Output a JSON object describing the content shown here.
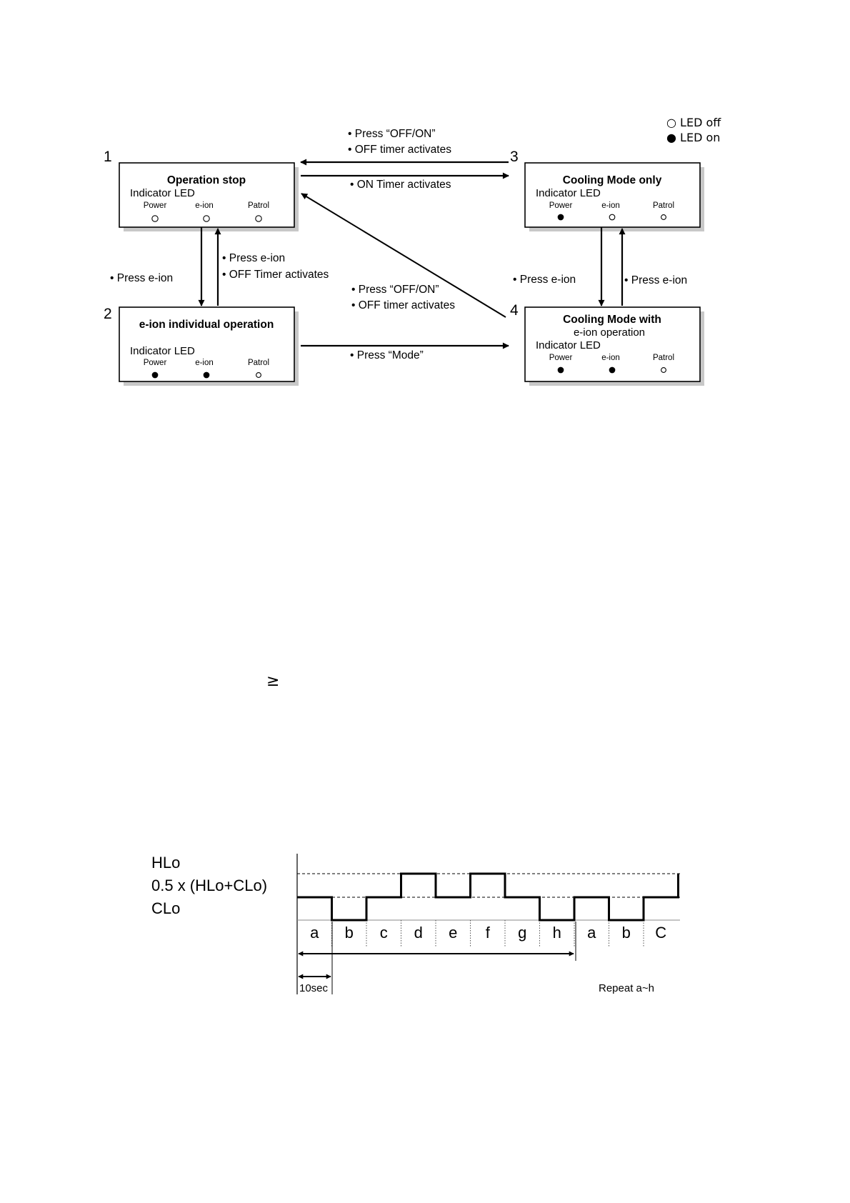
{
  "legend": {
    "led_off": "○ LED off",
    "led_on": "● LED on"
  },
  "state_diagram": {
    "states": [
      {
        "number": "1",
        "title": "Operation stop",
        "subtitle": "",
        "indicator_label": "Indicator LED",
        "leds": [
          {
            "label": "Power",
            "on": false
          },
          {
            "label": "e-ion",
            "on": false
          },
          {
            "label": "Patrol",
            "on": false
          }
        ]
      },
      {
        "number": "2",
        "title": "e-ion individual operation",
        "subtitle": "",
        "indicator_label": "Indicator LED",
        "leds": [
          {
            "label": "Power",
            "on": true
          },
          {
            "label": "e-ion",
            "on": true
          },
          {
            "label": "Patrol",
            "on": false
          }
        ]
      },
      {
        "number": "3",
        "title": "Cooling Mode only",
        "subtitle": "",
        "indicator_label": "Indicator LED",
        "leds": [
          {
            "label": "Power",
            "on": true
          },
          {
            "label": "e-ion",
            "on": false
          },
          {
            "label": "Patrol",
            "on": false
          }
        ]
      },
      {
        "number": "4",
        "title": "Cooling Mode with",
        "subtitle": "e-ion operation",
        "indicator_label": "Indicator LED",
        "leds": [
          {
            "label": "Power",
            "on": true
          },
          {
            "label": "e-ion",
            "on": true
          },
          {
            "label": "Patrol",
            "on": false
          }
        ]
      }
    ],
    "transitions": {
      "t3_to_1": [
        "• Press “OFF/ON”",
        "• OFF timer activates"
      ],
      "t1_to_3": [
        "• ON Timer activates"
      ],
      "t1_to_2": [
        "• Press e-ion"
      ],
      "t2_to_1": [
        "• Press e-ion",
        "• OFF Timer activates"
      ],
      "t4_to_1": [
        "• Press “OFF/ON”",
        "• OFF timer activates"
      ],
      "t3_to_4": [
        "• Press e-ion"
      ],
      "t4_to_3": [
        "• Press e-ion"
      ],
      "t2_to_4": [
        "• Press “Mode”"
      ]
    }
  },
  "stray_symbol": "≥",
  "waveform": {
    "level_labels": {
      "high": "HLo",
      "mid": "0.5 x (HLo+CLo)",
      "low": "CLo"
    },
    "segments": [
      {
        "label": "a",
        "level": "mid"
      },
      {
        "label": "b",
        "level": "low"
      },
      {
        "label": "c",
        "level": "mid"
      },
      {
        "label": "d",
        "level": "high"
      },
      {
        "label": "e",
        "level": "mid"
      },
      {
        "label": "f",
        "level": "high"
      },
      {
        "label": "g",
        "level": "mid"
      },
      {
        "label": "h",
        "level": "low"
      },
      {
        "label": "a",
        "level": "mid"
      },
      {
        "label": "b",
        "level": "low"
      },
      {
        "label": "C",
        "level": "mid"
      }
    ],
    "period_label": "10sec",
    "repeat_label": "Repeat a~h"
  }
}
